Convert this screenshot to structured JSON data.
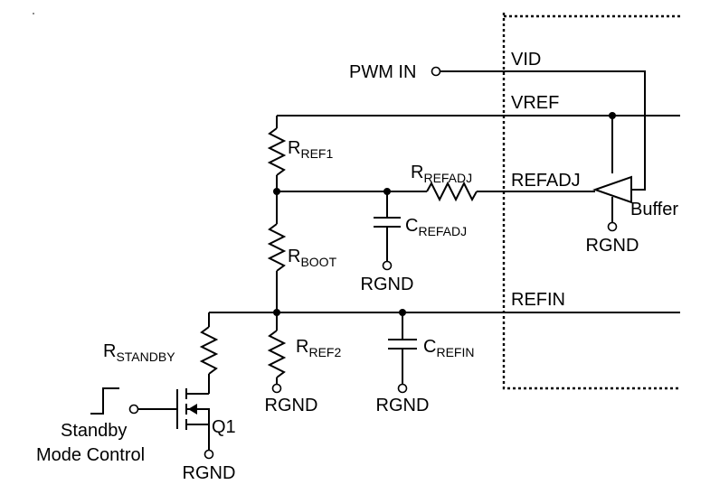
{
  "labels": {
    "pwm_in": "PWM IN",
    "vid": "VID",
    "vref": "VREF",
    "refadj": "REFADJ",
    "refin": "REFIN",
    "buffer": "Buffer",
    "q1": "Q1",
    "standby_line1": "Standby",
    "standby_line2": "Mode Control"
  },
  "components": {
    "rref1": {
      "main": "R",
      "sub": "REF1"
    },
    "rrefadj": {
      "main": "R",
      "sub": "REFADJ"
    },
    "crefadj": {
      "main": "C",
      "sub": "REFADJ"
    },
    "rboot": {
      "main": "R",
      "sub": "BOOT"
    },
    "rstandby": {
      "main": "R",
      "sub": "STANDBY"
    },
    "rref2": {
      "main": "R",
      "sub": "REF2"
    },
    "crefin": {
      "main": "C",
      "sub": "REFIN"
    }
  },
  "grounds": {
    "buffer": "RGND",
    "crefadj": "RGND",
    "rref2": "RGND",
    "crefin": "RGND",
    "q1": "RGND"
  }
}
